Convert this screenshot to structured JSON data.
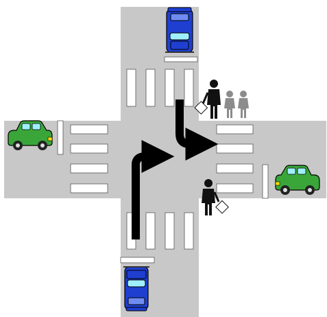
{
  "scene": {
    "kind": "traffic intersection illustration",
    "colors": {
      "background": "#ffffff",
      "road": "#c8c8c8",
      "crosswalk": "#ffffff",
      "arrow": "#000000",
      "car_green": "#3aa63a",
      "car_blue": "#1f3fd1",
      "pedestrian_adult": "#111111",
      "pedestrian_child": "#8c8c8c"
    },
    "vehicles": [
      {
        "name": "car-top",
        "color": "blue",
        "facing": "down"
      },
      {
        "name": "car-bottom",
        "color": "blue",
        "facing": "up"
      },
      {
        "name": "car-left",
        "color": "green",
        "facing": "right"
      },
      {
        "name": "car-right",
        "color": "green",
        "facing": "left"
      }
    ],
    "pedestrians": [
      {
        "name": "adult-with-flag-top-right",
        "type": "adult",
        "color": "black"
      },
      {
        "name": "child-1",
        "type": "child",
        "color": "gray"
      },
      {
        "name": "child-2",
        "type": "child",
        "color": "gray"
      },
      {
        "name": "adult-with-flag-right",
        "type": "adult",
        "color": "black"
      }
    ],
    "arrows": [
      {
        "name": "arrow-from-bottom-turn-right",
        "shape": "up-then-right"
      },
      {
        "name": "arrow-from-top-turn-right",
        "shape": "down-then-right"
      }
    ]
  }
}
